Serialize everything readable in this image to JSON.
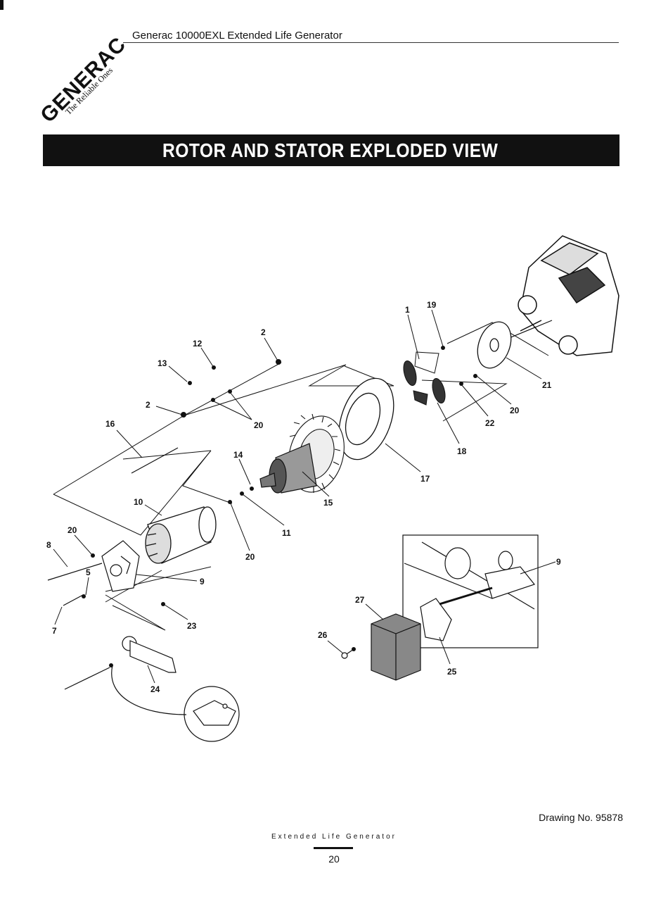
{
  "header": {
    "brand_wordmark": "GENERAC",
    "brand_tagline": "The Reliable Ones",
    "document_title": "Generac 10000EXL  Extended Life Generator"
  },
  "banner": {
    "title": "ROTOR AND STATOR EXPLODED VIEW"
  },
  "diagram": {
    "callouts": [
      "1",
      "19",
      "2",
      "12",
      "13",
      "2",
      "20",
      "16",
      "14",
      "10",
      "15",
      "11",
      "20",
      "20",
      "8",
      "5",
      "9",
      "7",
      "23",
      "24",
      "21",
      "20",
      "22",
      "18",
      "17",
      "9",
      "27",
      "26",
      "25"
    ]
  },
  "footer": {
    "drawing_number": "Drawing No. 95878",
    "running_title": "Extended Life Generator",
    "page_number": "20"
  }
}
